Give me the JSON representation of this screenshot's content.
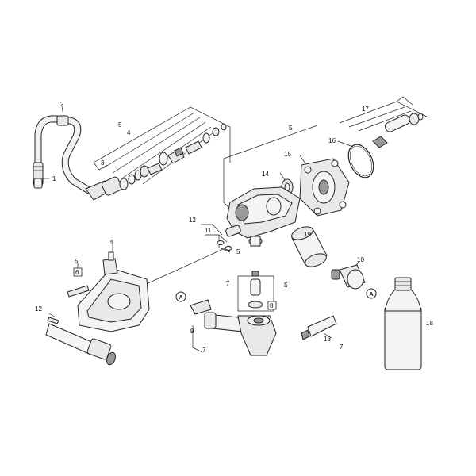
{
  "callouts": {
    "n1": "1",
    "n2": "2",
    "n3": "3",
    "n4": "4",
    "n5a": "5",
    "n5b": "5",
    "n5c": "5",
    "n5d": "5",
    "n5e": "5",
    "n6": "6",
    "n7a": "7",
    "n7b": "7",
    "n7c": "7",
    "n8": "8",
    "n9": "9",
    "n10": "10",
    "n11": "11",
    "n12a": "12",
    "n12b": "12",
    "n13": "13",
    "n14": "14",
    "n15": "15",
    "n16": "16",
    "n17": "17",
    "n18": "18",
    "n19": "19"
  },
  "markers": {
    "a1": "A",
    "a2": "A"
  }
}
